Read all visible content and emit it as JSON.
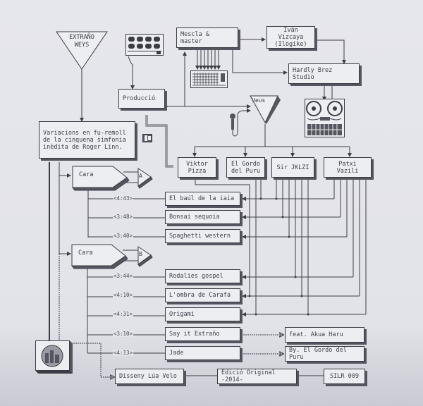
{
  "title_triangle": "EXTRAÑO\nWEYS",
  "description": "Variacions en fu-remoll\nde la cinquena simfonia\ninèdita de Roger Linn.",
  "nodes": {
    "produccio": "Producció",
    "mescla": "Mescla & master",
    "ivan": "Iván Vizcaya\n(Ilogike)",
    "hardly": "Hardly Brez Studio",
    "veus": "Veus"
  },
  "vocalists": [
    "Viktor\nPizza",
    "El Gordo\ndel Puru",
    "Sir JKLZI",
    "Patxi Vazili"
  ],
  "sides": [
    {
      "label": "Cara",
      "letter": "A"
    },
    {
      "label": "Cara",
      "letter": "B"
    }
  ],
  "tracks": [
    {
      "duration": "<4:43>",
      "title": "El baúl de la iaia",
      "side": "A"
    },
    {
      "duration": "<3:48>",
      "title": "Bonsai sequoia",
      "side": "A"
    },
    {
      "duration": "<3:40>",
      "title": "Spaghetti western",
      "side": "A"
    },
    {
      "duration": "<3:44>",
      "title": "Rodalies gospel",
      "side": "B"
    },
    {
      "duration": "<4:10>",
      "title": "L'ombra de Carafa",
      "side": "B"
    },
    {
      "duration": "<4:31>",
      "title": "Origami",
      "side": "B"
    },
    {
      "duration": "<3:10>",
      "title": "Say it Extraño",
      "side": "B"
    },
    {
      "duration": "<4:13>",
      "title": "Jade",
      "side": "B"
    }
  ],
  "features": [
    "feat. Akua Haru",
    "By. El Gordo del Puru"
  ],
  "footer": [
    "Disseny Lúa Velo",
    "Edició Original -2014-",
    "SILR 009"
  ],
  "icons": [
    "drum-machine-icon",
    "mixer-icon",
    "tape-recorder-icon",
    "microphone-icon",
    "floppy-icon",
    "label-logo-icon"
  ]
}
